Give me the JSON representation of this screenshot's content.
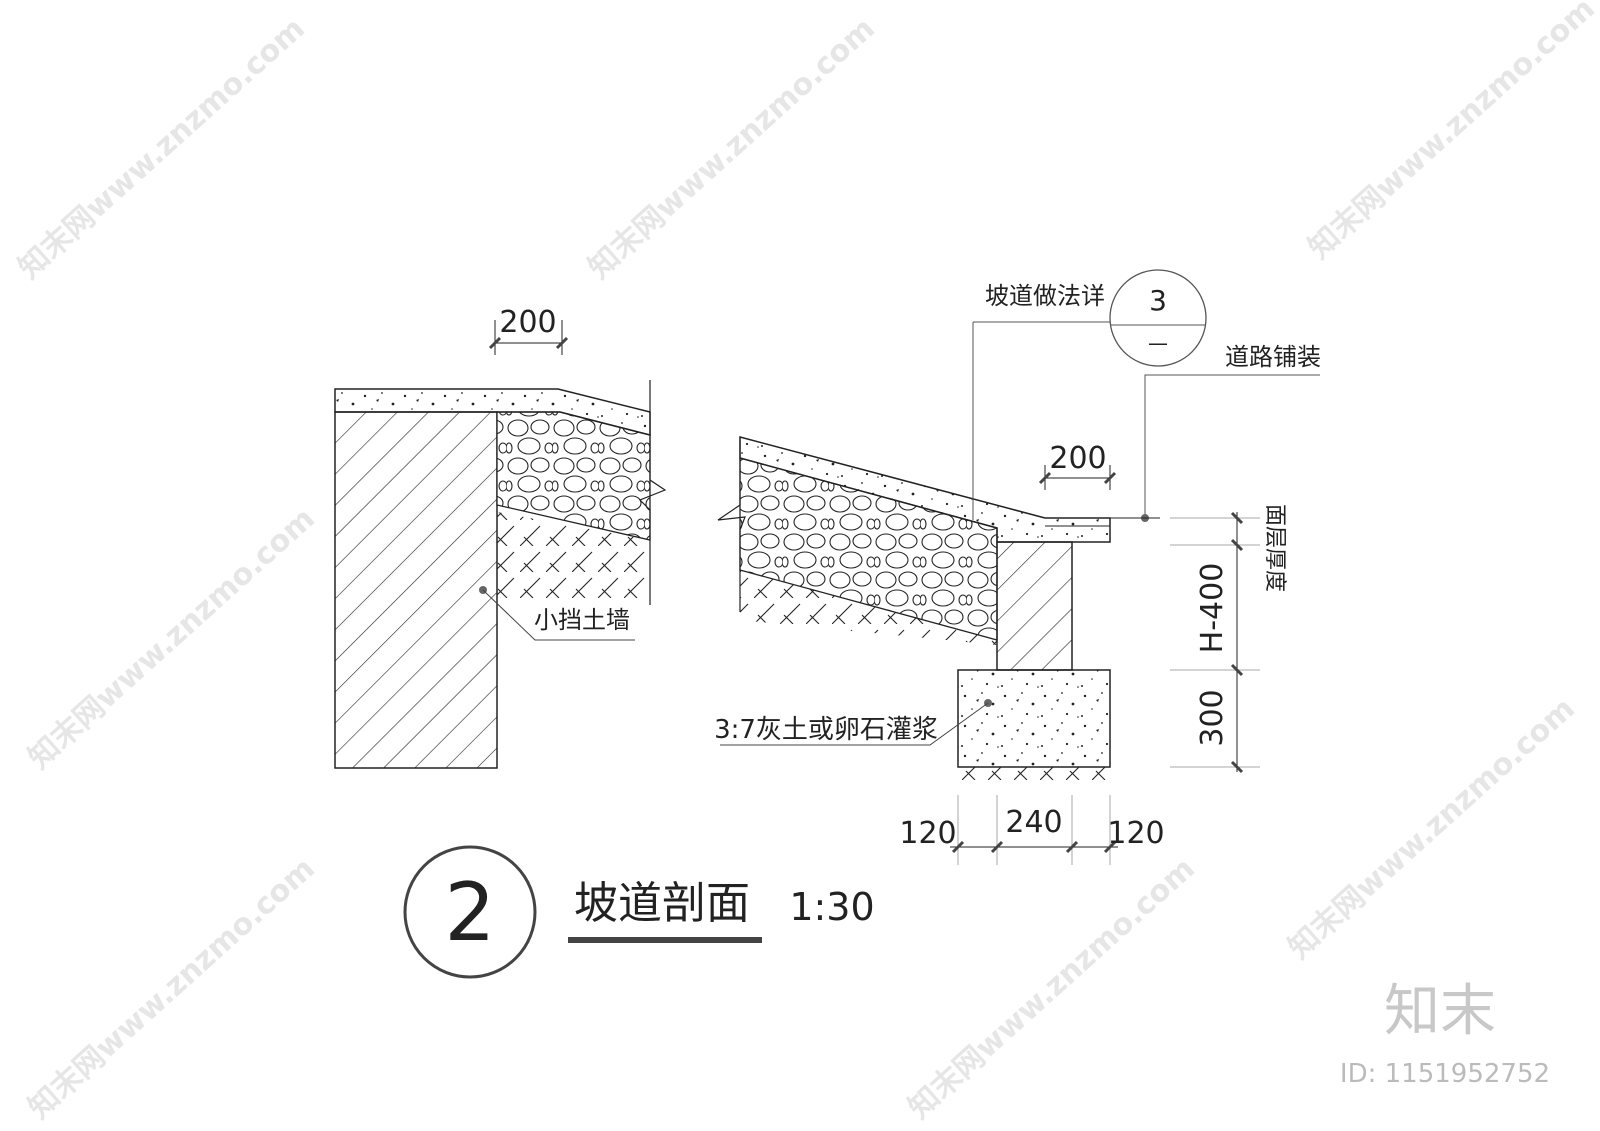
{
  "drawing": {
    "title": "坡道剖面",
    "scale": "1:30",
    "detail_number": "2",
    "labels": {
      "retaining_wall": "小挡土墙",
      "ramp_ref": "坡道做法详",
      "ramp_ref_number": "3",
      "ramp_ref_sheet": "—",
      "road_paving": "道路铺装",
      "foundation": "3:7灰土或卵石灌浆",
      "surface_thickness": "面层厚度"
    },
    "dimensions": {
      "left_top": "200",
      "mid_top": "200",
      "height_wall": "H-400",
      "height_footing": "300",
      "bottom_left": "120",
      "bottom_mid": "240",
      "bottom_right": "120"
    }
  },
  "branding": {
    "logo": "知末",
    "id_text": "ID: 1151952752",
    "watermark": "知末网www.znzmo.com"
  },
  "colors": {
    "line": "#222222",
    "watermark": "#e6e6e6",
    "logo": "#c8c8c8"
  }
}
